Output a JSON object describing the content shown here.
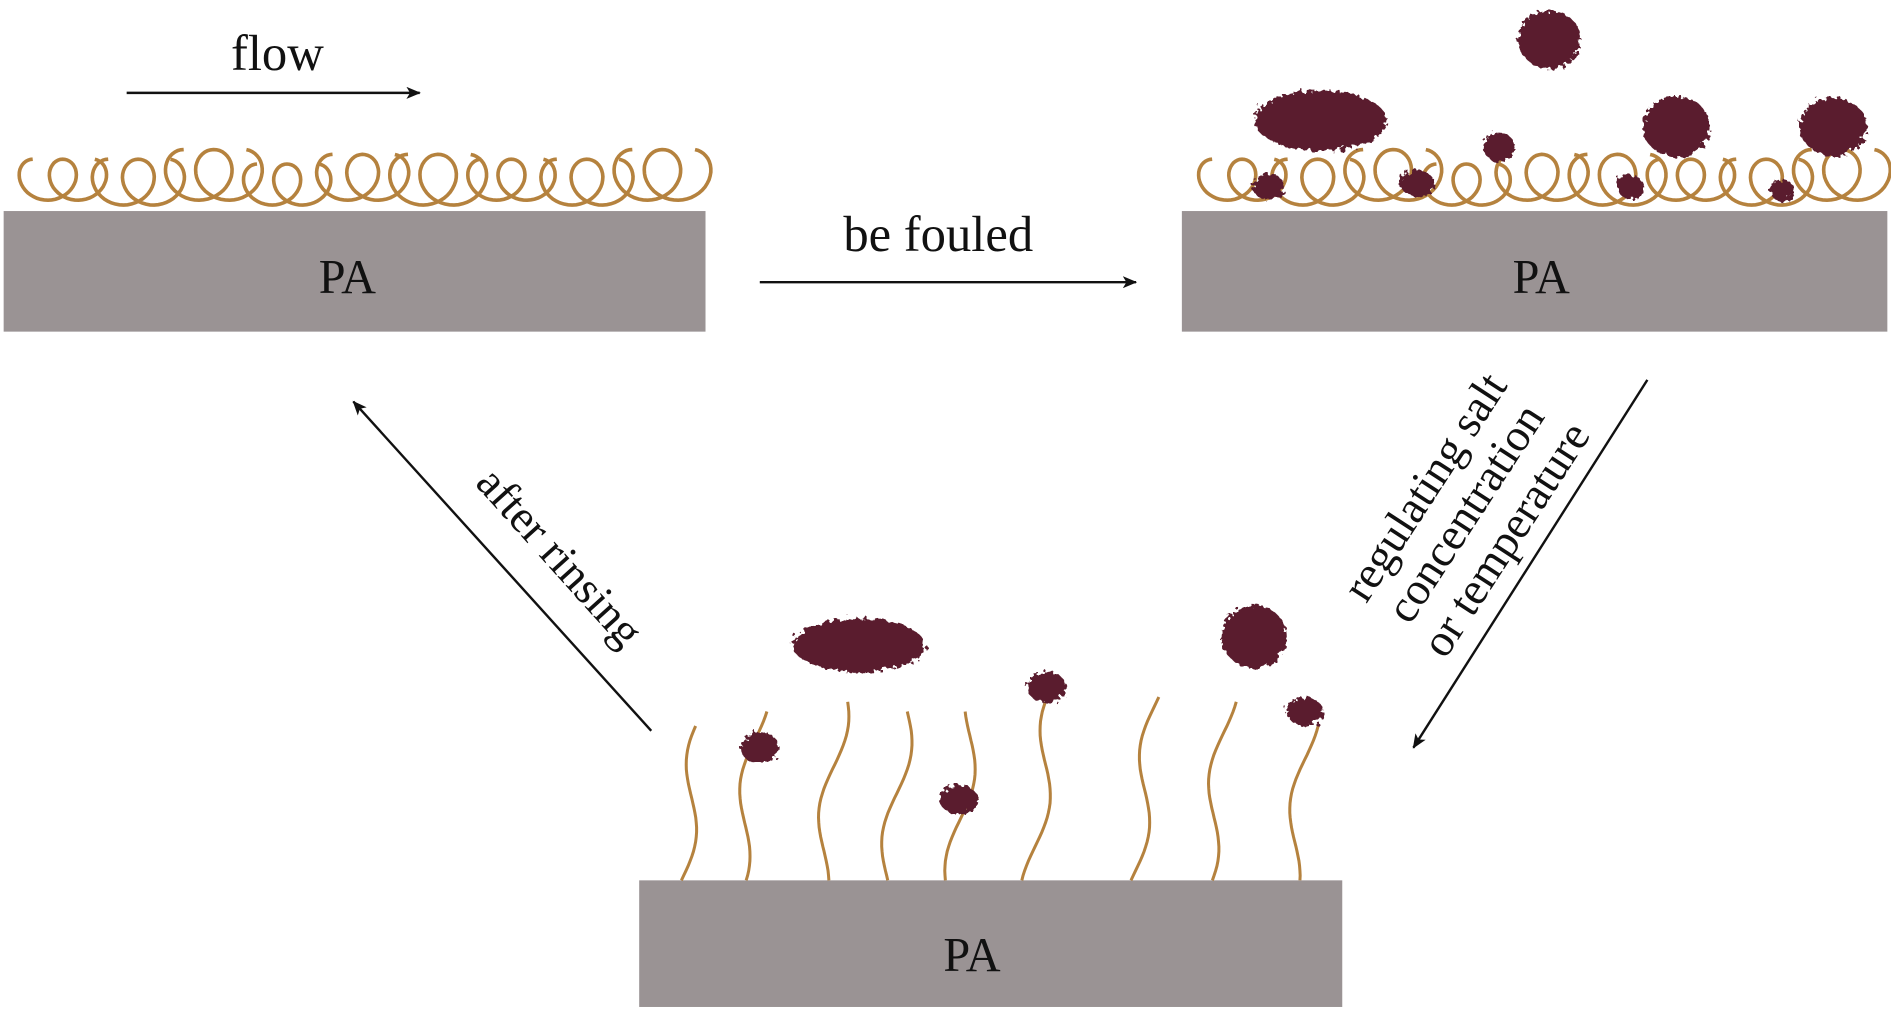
{
  "labels": {
    "flow": "flow",
    "be_fouled": "be fouled",
    "after_rinsing": "after rinsing",
    "regulating": [
      "regulating salt",
      "concentration",
      "or temperature"
    ],
    "pa": "PA"
  },
  "colors": {
    "membrane": "#9a9394",
    "polymer": "#b5823e",
    "foulant": "#5a1f2e",
    "arrow": "#111111"
  }
}
